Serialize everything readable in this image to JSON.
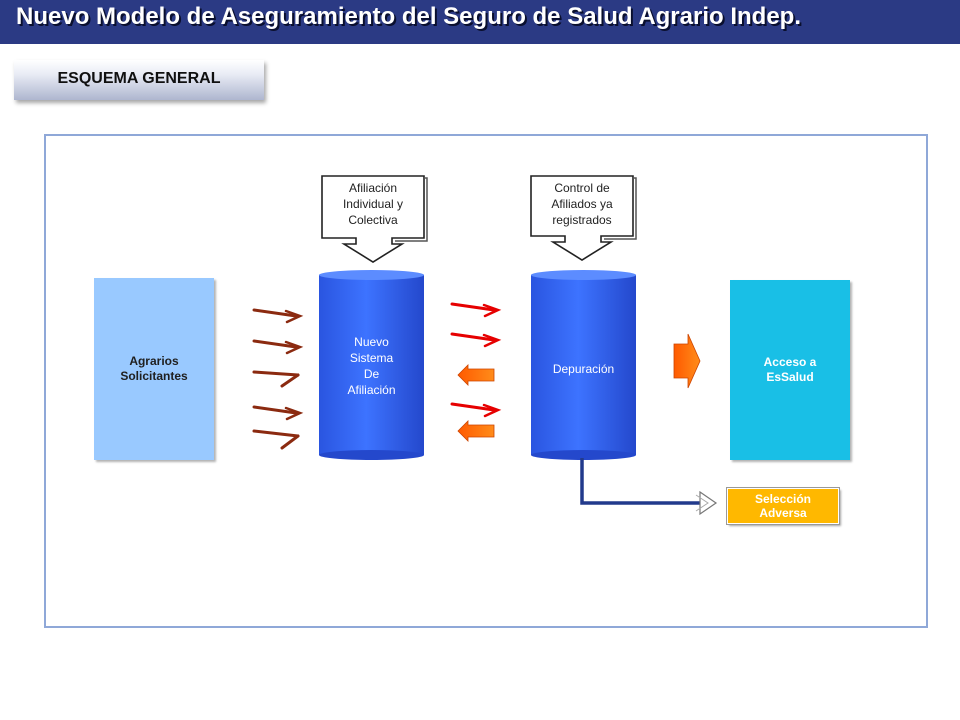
{
  "title": "Nuevo Modelo de Aseguramiento del Seguro de Salud Agrario Indep.",
  "section_label": "ESQUEMA GENERAL",
  "nodes": {
    "agrarios": "Agrarios\nSolicitantes",
    "nuevo_sistema": "Nuevo\nSistema\nDe\nAfiliación",
    "depuracion": "Depuración",
    "acceso": "Acceso  a\nEsSalud",
    "seleccion": "Selección\nAdversa"
  },
  "callouts": {
    "afiliacion": "Afiliación\nIndividual y\nColectiva",
    "control": "Control de\nAfiliados ya\nregistrados"
  },
  "colors": {
    "title_bar": "#2b3a84",
    "agrarios": "#99c9ff",
    "cylinder": "#3366ff",
    "acceso": "#19bfe6",
    "seleccion": "#ffb800",
    "arrow_brown": "#8b2a10",
    "arrow_red": "#e60000",
    "arrow_orange": "#ff6600",
    "connector": "#223a8c"
  }
}
